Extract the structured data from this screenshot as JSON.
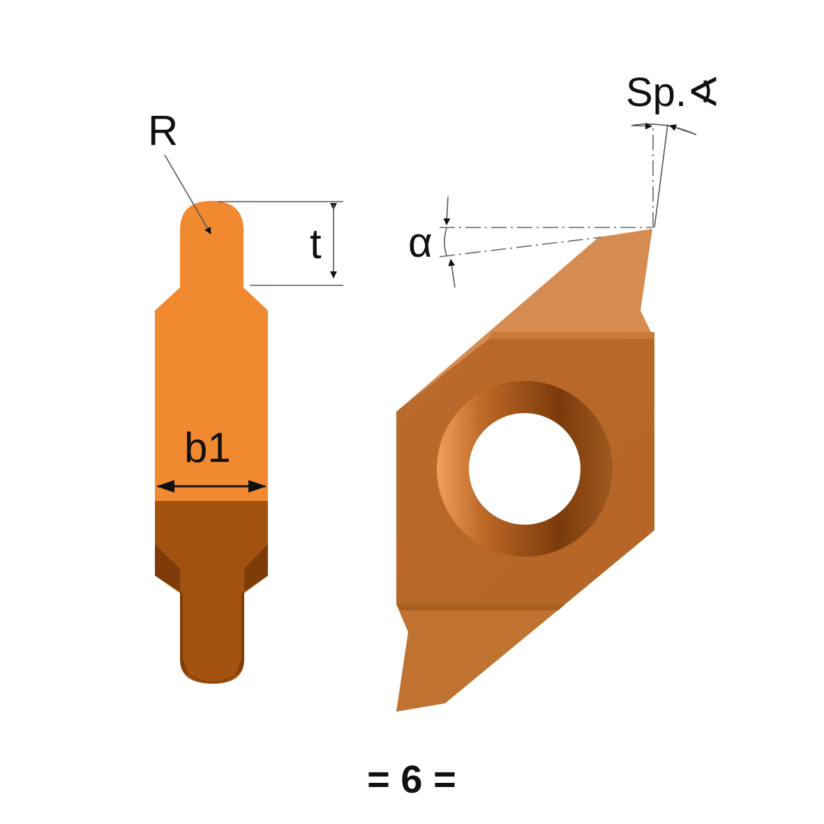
{
  "labels": {
    "radius": "R",
    "depth": "t",
    "width": "b1",
    "angle": "α",
    "point_angle": "Sp.∢",
    "code": "= 6 ="
  },
  "colors": {
    "insert_light": "#f0892f",
    "insert_mid": "#c47432",
    "insert_dark": "#a35310",
    "insert_face": "#b96a2c",
    "insert_top": "#d68c50",
    "background": "#ffffff"
  }
}
